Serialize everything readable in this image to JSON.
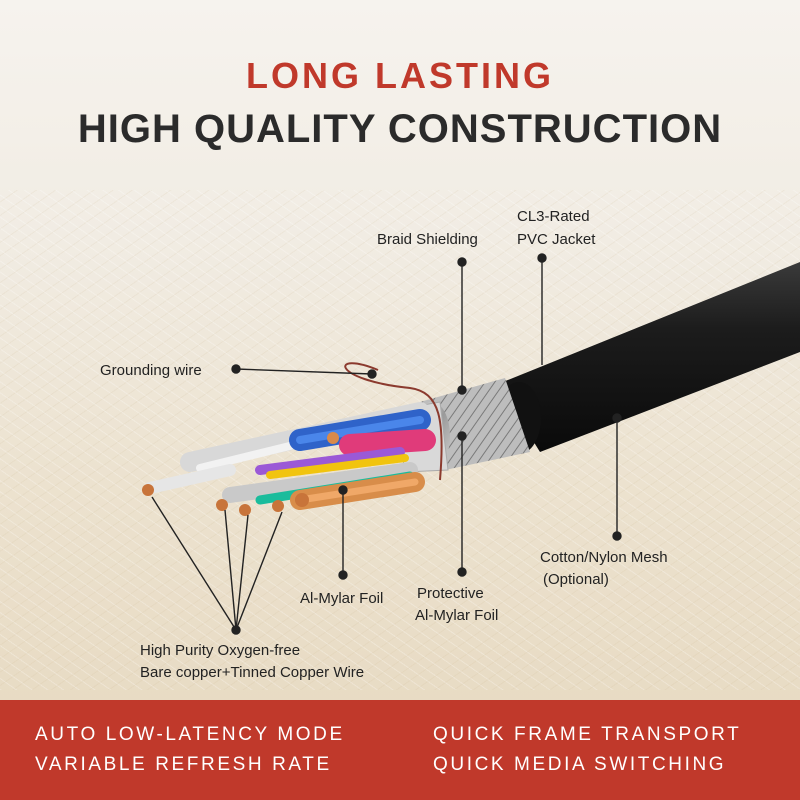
{
  "header": {
    "title_line1": "LONG LASTING",
    "title_line2": "HIGH QUALITY CONSTRUCTION"
  },
  "labels": {
    "braid": "Braid Shielding",
    "jacket_line1": "CL3-Rated",
    "jacket_line2": "PVC Jacket",
    "grounding": "Grounding wire",
    "mesh_line1": "Cotton/Nylon Mesh",
    "mesh_line2": "(Optional)",
    "almylar": "Al-Mylar Foil",
    "protective_line1": "Protective",
    "protective_line2": "Al-Mylar Foil",
    "copper_line1": "High Purity Oxygen-free",
    "copper_line2": "Bare copper+Tinned Copper Wire"
  },
  "features": {
    "left_line1": "AUTO LOW-LATENCY MODE",
    "left_line2": "VARIABLE REFRESH RATE",
    "right_line1": "QUICK FRAME TRANSPORT",
    "right_line2": "QUICK MEDIA SWITCHING"
  },
  "colors": {
    "accent": "#c0392b",
    "title": "#2b2b2b",
    "jacket": "#151515"
  }
}
